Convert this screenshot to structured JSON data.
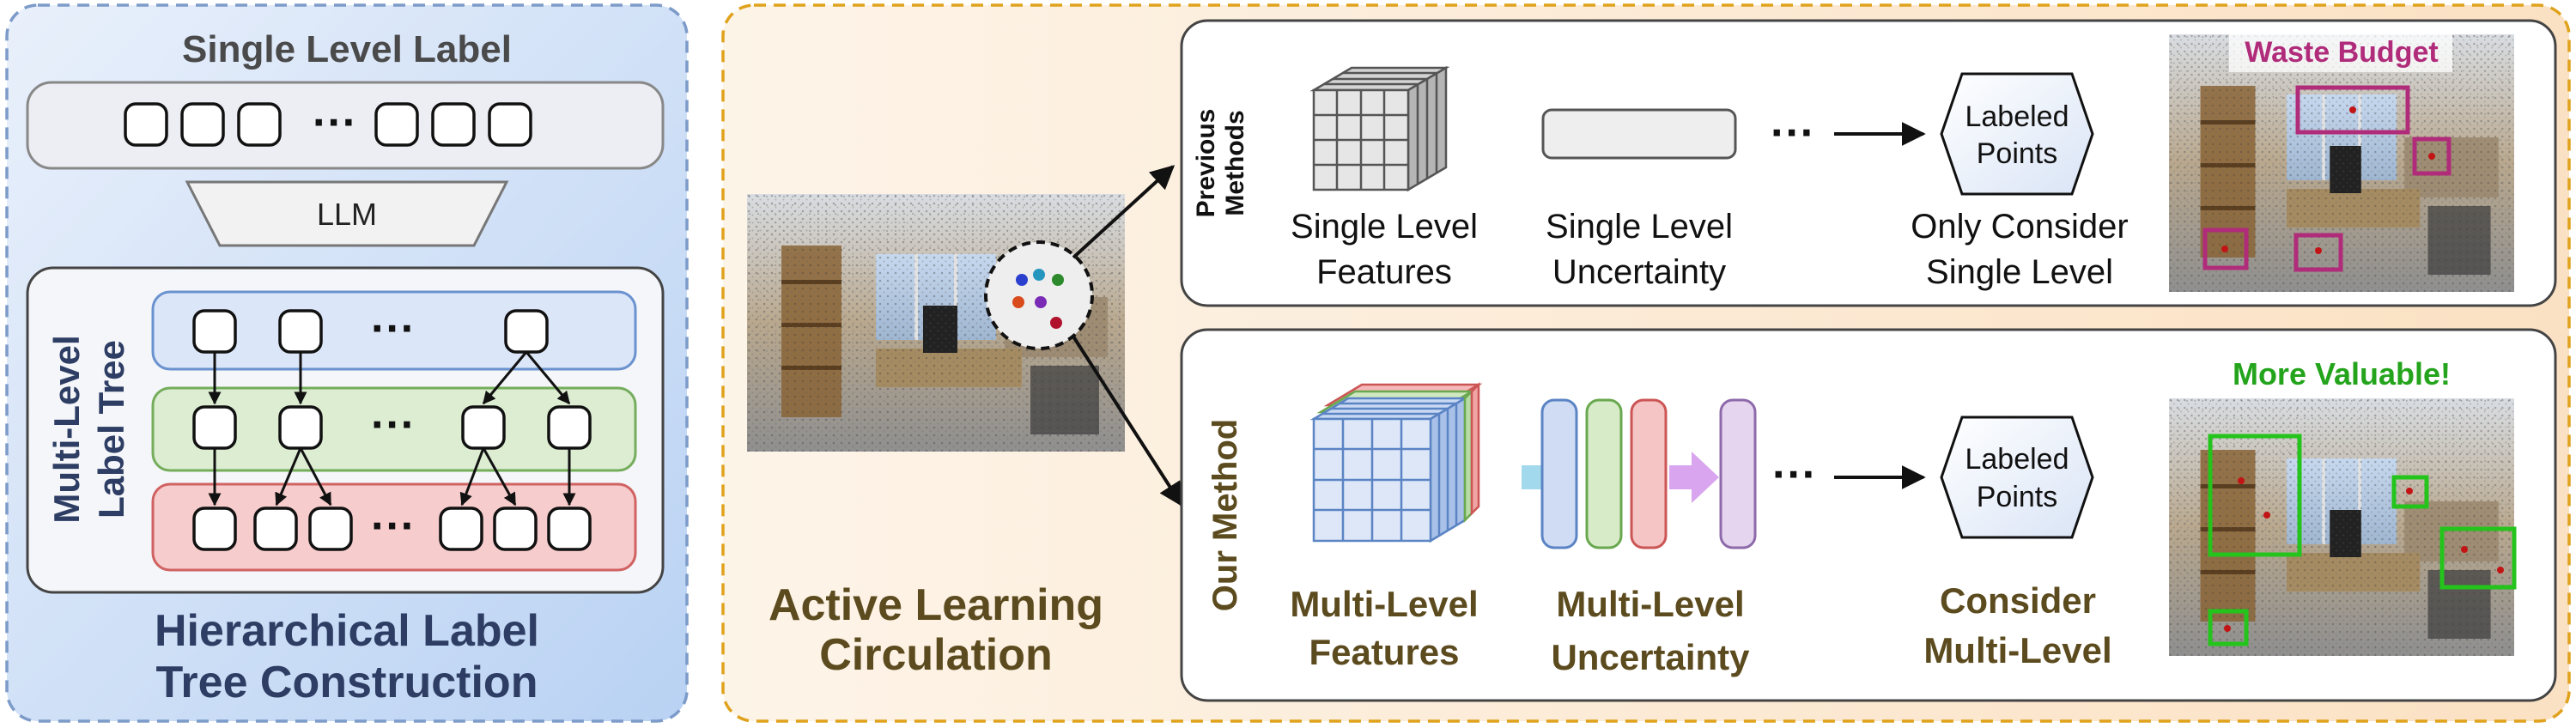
{
  "left_panel": {
    "single_level_title": "Single Level Label",
    "ellipsis": "···",
    "llm_label": "LLM",
    "tree_label_line1": "Multi-Level",
    "tree_label_line2": "Label Tree",
    "caption_line1": "Hierarchical Label",
    "caption_line2": "Tree Construction"
  },
  "center": {
    "caption_line1": "Active Learning",
    "caption_line2": "Circulation"
  },
  "previous": {
    "side_label_line1": "Previous",
    "side_label_line2": "Methods",
    "features_line1": "Single Level",
    "features_line2": "Features",
    "uncertainty_line1": "Single Level",
    "uncertainty_line2": "Uncertainty",
    "ellipsis": "···",
    "labeled_line1": "Labeled",
    "labeled_line2": "Points",
    "consider_line1": "Only Consider",
    "consider_line2": "Single Level",
    "result_caption": "Waste Budget"
  },
  "ours": {
    "side_label": "Our Method",
    "features_line1": "Multi-Level",
    "features_line2": "Features",
    "uncertainty_line1": "Multi-Level",
    "uncertainty_line2": "Uncertainty",
    "ellipsis": "···",
    "labeled_line1": "Labeled",
    "labeled_line2": "Points",
    "consider_line1": "Consider",
    "consider_line2": "Multi-Level",
    "result_caption": "More Valuable!"
  },
  "colors": {
    "olive_text": "#5c4b1e",
    "navy_text": "#2e3d63",
    "magenta": "#b02c7a",
    "green": "#24a41c",
    "blue_level": "#dbe6f8",
    "green_level": "#dcedd2",
    "red_level": "#f7cccc",
    "orange_dash": "#e0a21c",
    "blue_dash": "#7d9bc9"
  }
}
